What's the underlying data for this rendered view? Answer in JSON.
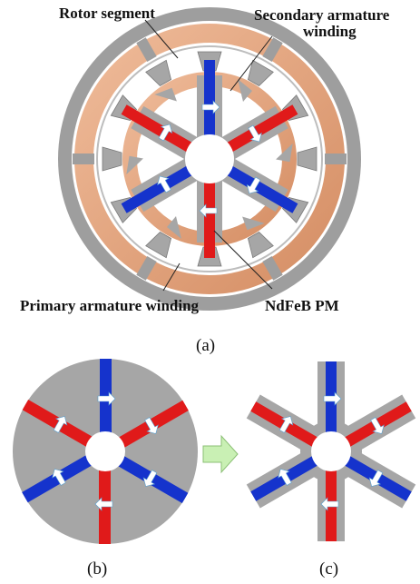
{
  "labels": {
    "rotor_segment": "Rotor segment",
    "secondary_line1": "Secondary armature",
    "secondary_line2": "winding",
    "primary": "Primary armature winding",
    "pm": "NdFeB PM"
  },
  "captions": {
    "a": "(a)",
    "b": "(b)",
    "c": "(c)"
  },
  "colors": {
    "steel": "#a6a6a6",
    "steel_light": "#bdbdbd",
    "copper": "#e8a983",
    "copper_dark": "#b07550",
    "red_pm": "#e01a1a",
    "blue_pm": "#1533cc",
    "arrow_green": "#c9f0b4"
  }
}
